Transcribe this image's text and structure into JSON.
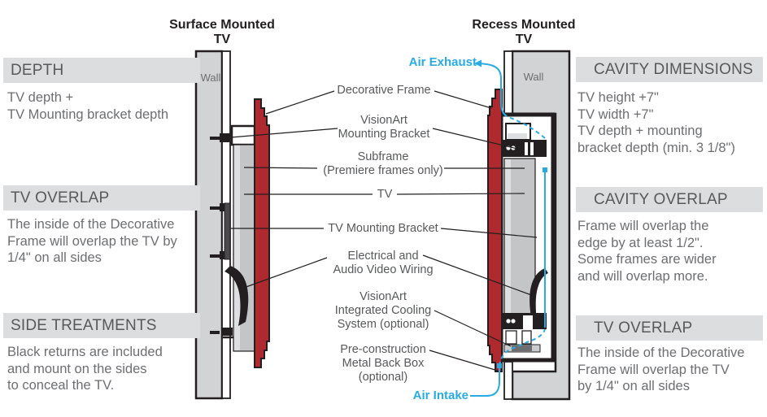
{
  "titles": {
    "surface": "Surface Mounted\nTV",
    "recess": "Recess Mounted\nTV"
  },
  "left_panel": {
    "sections": [
      {
        "heading": "DEPTH",
        "body": "TV depth +\nTV Mounting bracket depth"
      },
      {
        "heading": "TV OVERLAP",
        "body": "The inside of the Decorative\nFrame will overlap the TV by\n1/4\" on all sides"
      },
      {
        "heading": "SIDE TREATMENTS",
        "body": "Black returns are included\nand mount on the sides\nto conceal the TV."
      }
    ]
  },
  "right_panel": {
    "sections": [
      {
        "heading": "CAVITY DIMENSIONS",
        "body": "TV height +7\"\nTV width +7\"\nTV depth + mounting\nbracket depth (min. 3 1/8\")"
      },
      {
        "heading": "CAVITY OVERLAP",
        "body": "Frame will overlap the\nedge by at least 1/2\".\nSome frames are wider\nand will overlap more."
      },
      {
        "heading": "TV OVERLAP",
        "body": "The inside of the Decorative\nFrame will overlap the TV\nby 1/4\" on all sides"
      }
    ]
  },
  "component_labels": {
    "air_exhaust": "Air Exhaust",
    "decorative_frame": "Decorative Frame",
    "visionart_mounting_bracket": "VisionArt\nMounting Bracket",
    "subframe": "Subframe\n(Premiere frames only)",
    "tv": "TV",
    "tv_mounting_bracket": "TV Mounting Bracket",
    "electrical_wiring": "Electrical and\nAudio Video Wiring",
    "cooling_system": "VisionArt\nIntegrated Cooling\nSystem (optional)",
    "metal_back_box": "Pre-construction\nMetal Back Box\n(optional)",
    "air_intake": "Air Intake",
    "wall": "Wall"
  },
  "colors": {
    "header_bg": "#DCDDDE",
    "heading_text": "#58595B",
    "body_text": "#6D6E71",
    "title_text": "#231F20",
    "frame_red": "#AF2A2F",
    "wall_gray": "#D1D3D4",
    "tv_gray": "#C3C5C7",
    "line_black": "#231F20",
    "airflow_blue": "#29ABE2"
  }
}
